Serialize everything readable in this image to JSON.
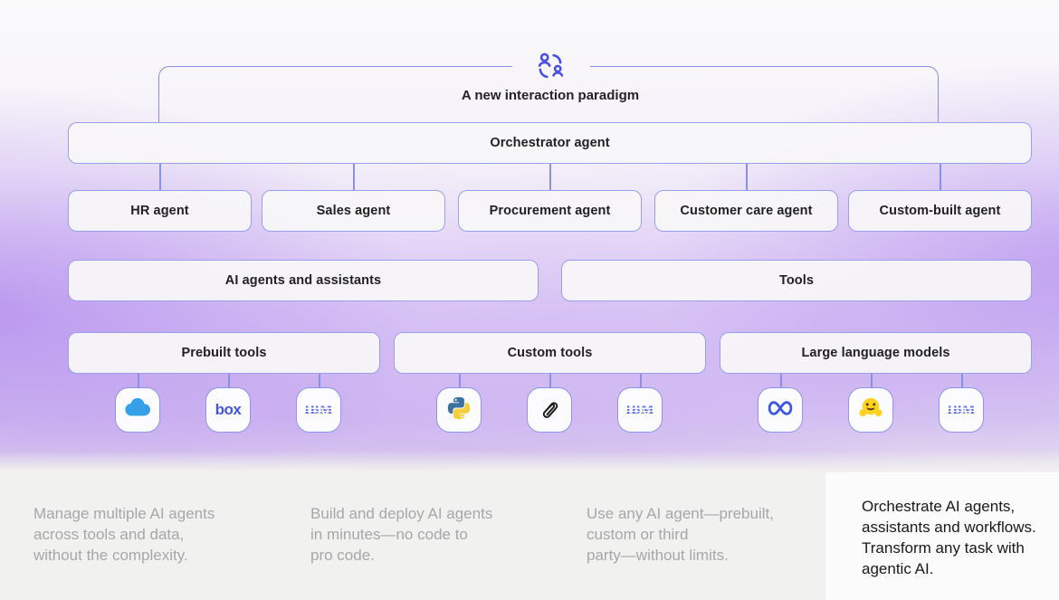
{
  "header": {
    "title": "A new interaction paradigm",
    "icon": "interaction-paradigm-icon"
  },
  "diagram": {
    "orchestrator_label": "Orchestrator agent",
    "agents": [
      {
        "label": "HR agent"
      },
      {
        "label": "Sales agent"
      },
      {
        "label": "Procurement agent"
      },
      {
        "label": "Customer care agent"
      },
      {
        "label": "Custom-built agent"
      }
    ],
    "layers": [
      {
        "label": "AI agents and assistants"
      },
      {
        "label": "Tools"
      }
    ],
    "tool_groups": [
      {
        "label": "Prebuilt tools",
        "icons": [
          "salesforce-icon",
          "box-icon",
          "ibm-icon"
        ]
      },
      {
        "label": "Custom tools",
        "icons": [
          "python-icon",
          "langchain-icon",
          "ibm-icon"
        ]
      },
      {
        "label": "Large language models",
        "icons": [
          "meta-icon",
          "huggingface-icon",
          "ibm-icon"
        ]
      }
    ],
    "logos": {
      "box": "box",
      "ibm": "IBM"
    }
  },
  "footer": {
    "notes": [
      {
        "text": "Manage multiple AI agents\nacross tools and data,\nwithout the complexity."
      },
      {
        "text": "Build and deploy AI agents\nin minutes—no code to\npro code."
      },
      {
        "text": "Use any AI agent—prebuilt,\ncustom or third\nparty—without limits."
      }
    ],
    "highlight_card": {
      "text": "Orchestrate AI agents,\nassistants and workflows.\nTransform any task with\nagentic AI."
    }
  },
  "colors": {
    "accent_line": "#8a90e9",
    "box_border": "#98a0ee",
    "box_fill": "#f7f6f8",
    "label_text": "#212125",
    "note_text": "#a7a7ab",
    "card_text": "#19191d",
    "background_purple": "#c9aaf0",
    "footer_band": "#f1f1ef",
    "icon_blue": "#4a50e0"
  }
}
